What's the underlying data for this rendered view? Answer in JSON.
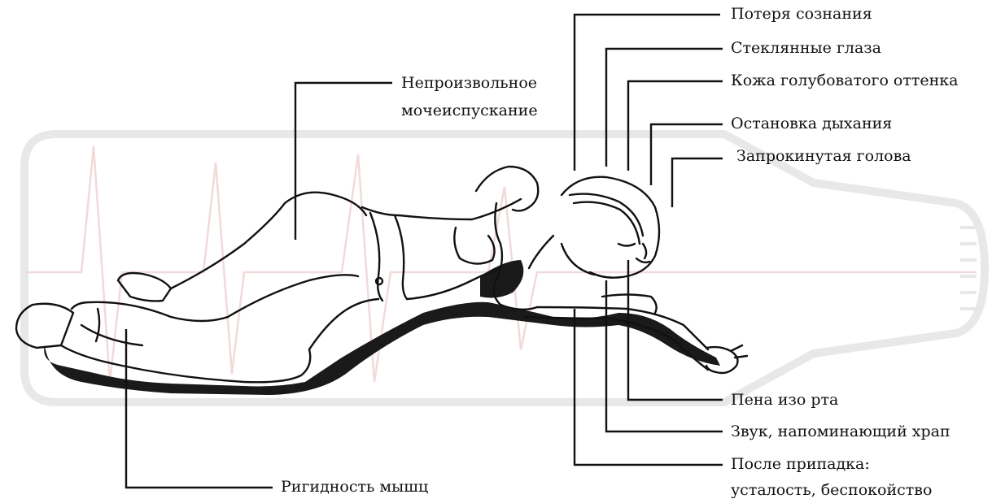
{
  "diagram": {
    "colors": {
      "ink": "#111111",
      "shadow": "#1a1a1a",
      "watermark": "#f0d6d6",
      "watermark_outline": "#e6e6e6",
      "background": "#ffffff"
    },
    "labels": {
      "loss_of_consciousness": "Потеря сознания",
      "glassy_eyes": "Стеклянные глаза",
      "bluish_skin": "Кожа голубоватого оттенка",
      "breathing_stop": "Остановка дыхания",
      "head_thrown_back": "Запрокинутая голова",
      "incontinence_line1": "Непроизвольное",
      "incontinence_line2": "мочеиспускание",
      "foam_at_mouth": "Пена изо рта",
      "snore_sound": "Звук, напоминающий храп",
      "after_seizure_line1": "После припадка:",
      "after_seizure_line2": "усталость, беспокойство",
      "muscle_rigidity": "Ригидность мышц"
    }
  }
}
